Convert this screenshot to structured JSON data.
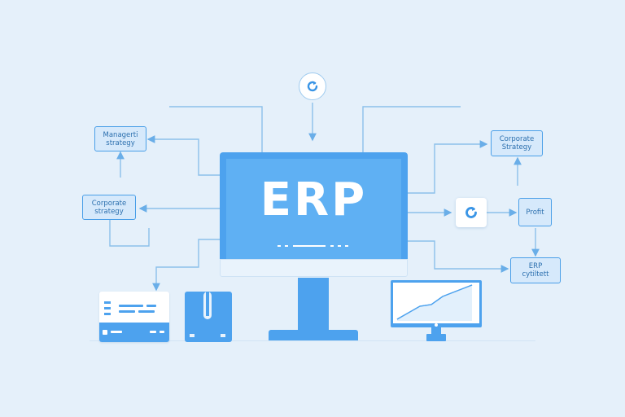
{
  "diagram": {
    "center_title": "ERP",
    "boxes": {
      "management_strategy": "Managerti\nstrategy",
      "corporate_strategy_left": "Corporate\nstrategy",
      "corporate_strategy_right": "Corporate\nStrategy",
      "profit": "Profit",
      "erp_cytiltett": "ERP\ncytiltett"
    },
    "icons": [
      "refresh-icon",
      "refresh-icon",
      "id-card-icon",
      "folder-icon",
      "chart-monitor-icon"
    ],
    "colors": {
      "background": "#e5f0fa",
      "primary": "#4da2ee",
      "box_fill": "#d6e9fb",
      "box_border": "#4a9fe8",
      "connector": "#8cc0ea",
      "text": "#2b6fae"
    }
  }
}
